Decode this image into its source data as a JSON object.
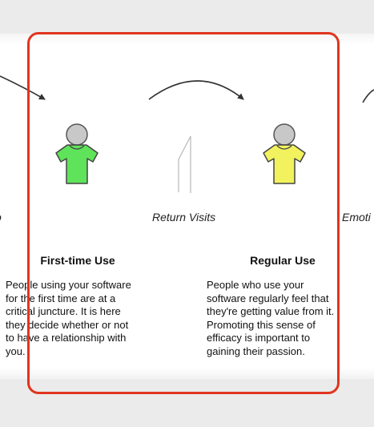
{
  "stages": {
    "left_partial": "o",
    "middle": "Return Visits",
    "right_partial": "Emoti"
  },
  "columns": [
    {
      "heading": "First-time Use",
      "icon_color": "#5fe35a",
      "lines": [
        "People using your software",
        "for the first time are at a",
        "critical juncture. It is here",
        "they decide whether or not",
        "to have a relationship with",
        "you."
      ]
    },
    {
      "heading": "Regular Use",
      "icon_color": "#f2f25e",
      "lines": [
        "People who use your",
        "software regularly feel that",
        "they're getting value from it.",
        "Promoting this sense of",
        "efficacy is important to",
        "gaining their passion."
      ]
    }
  ],
  "colors": {
    "highlight": "#e0351f",
    "icon_head": "#c8c8c8"
  }
}
